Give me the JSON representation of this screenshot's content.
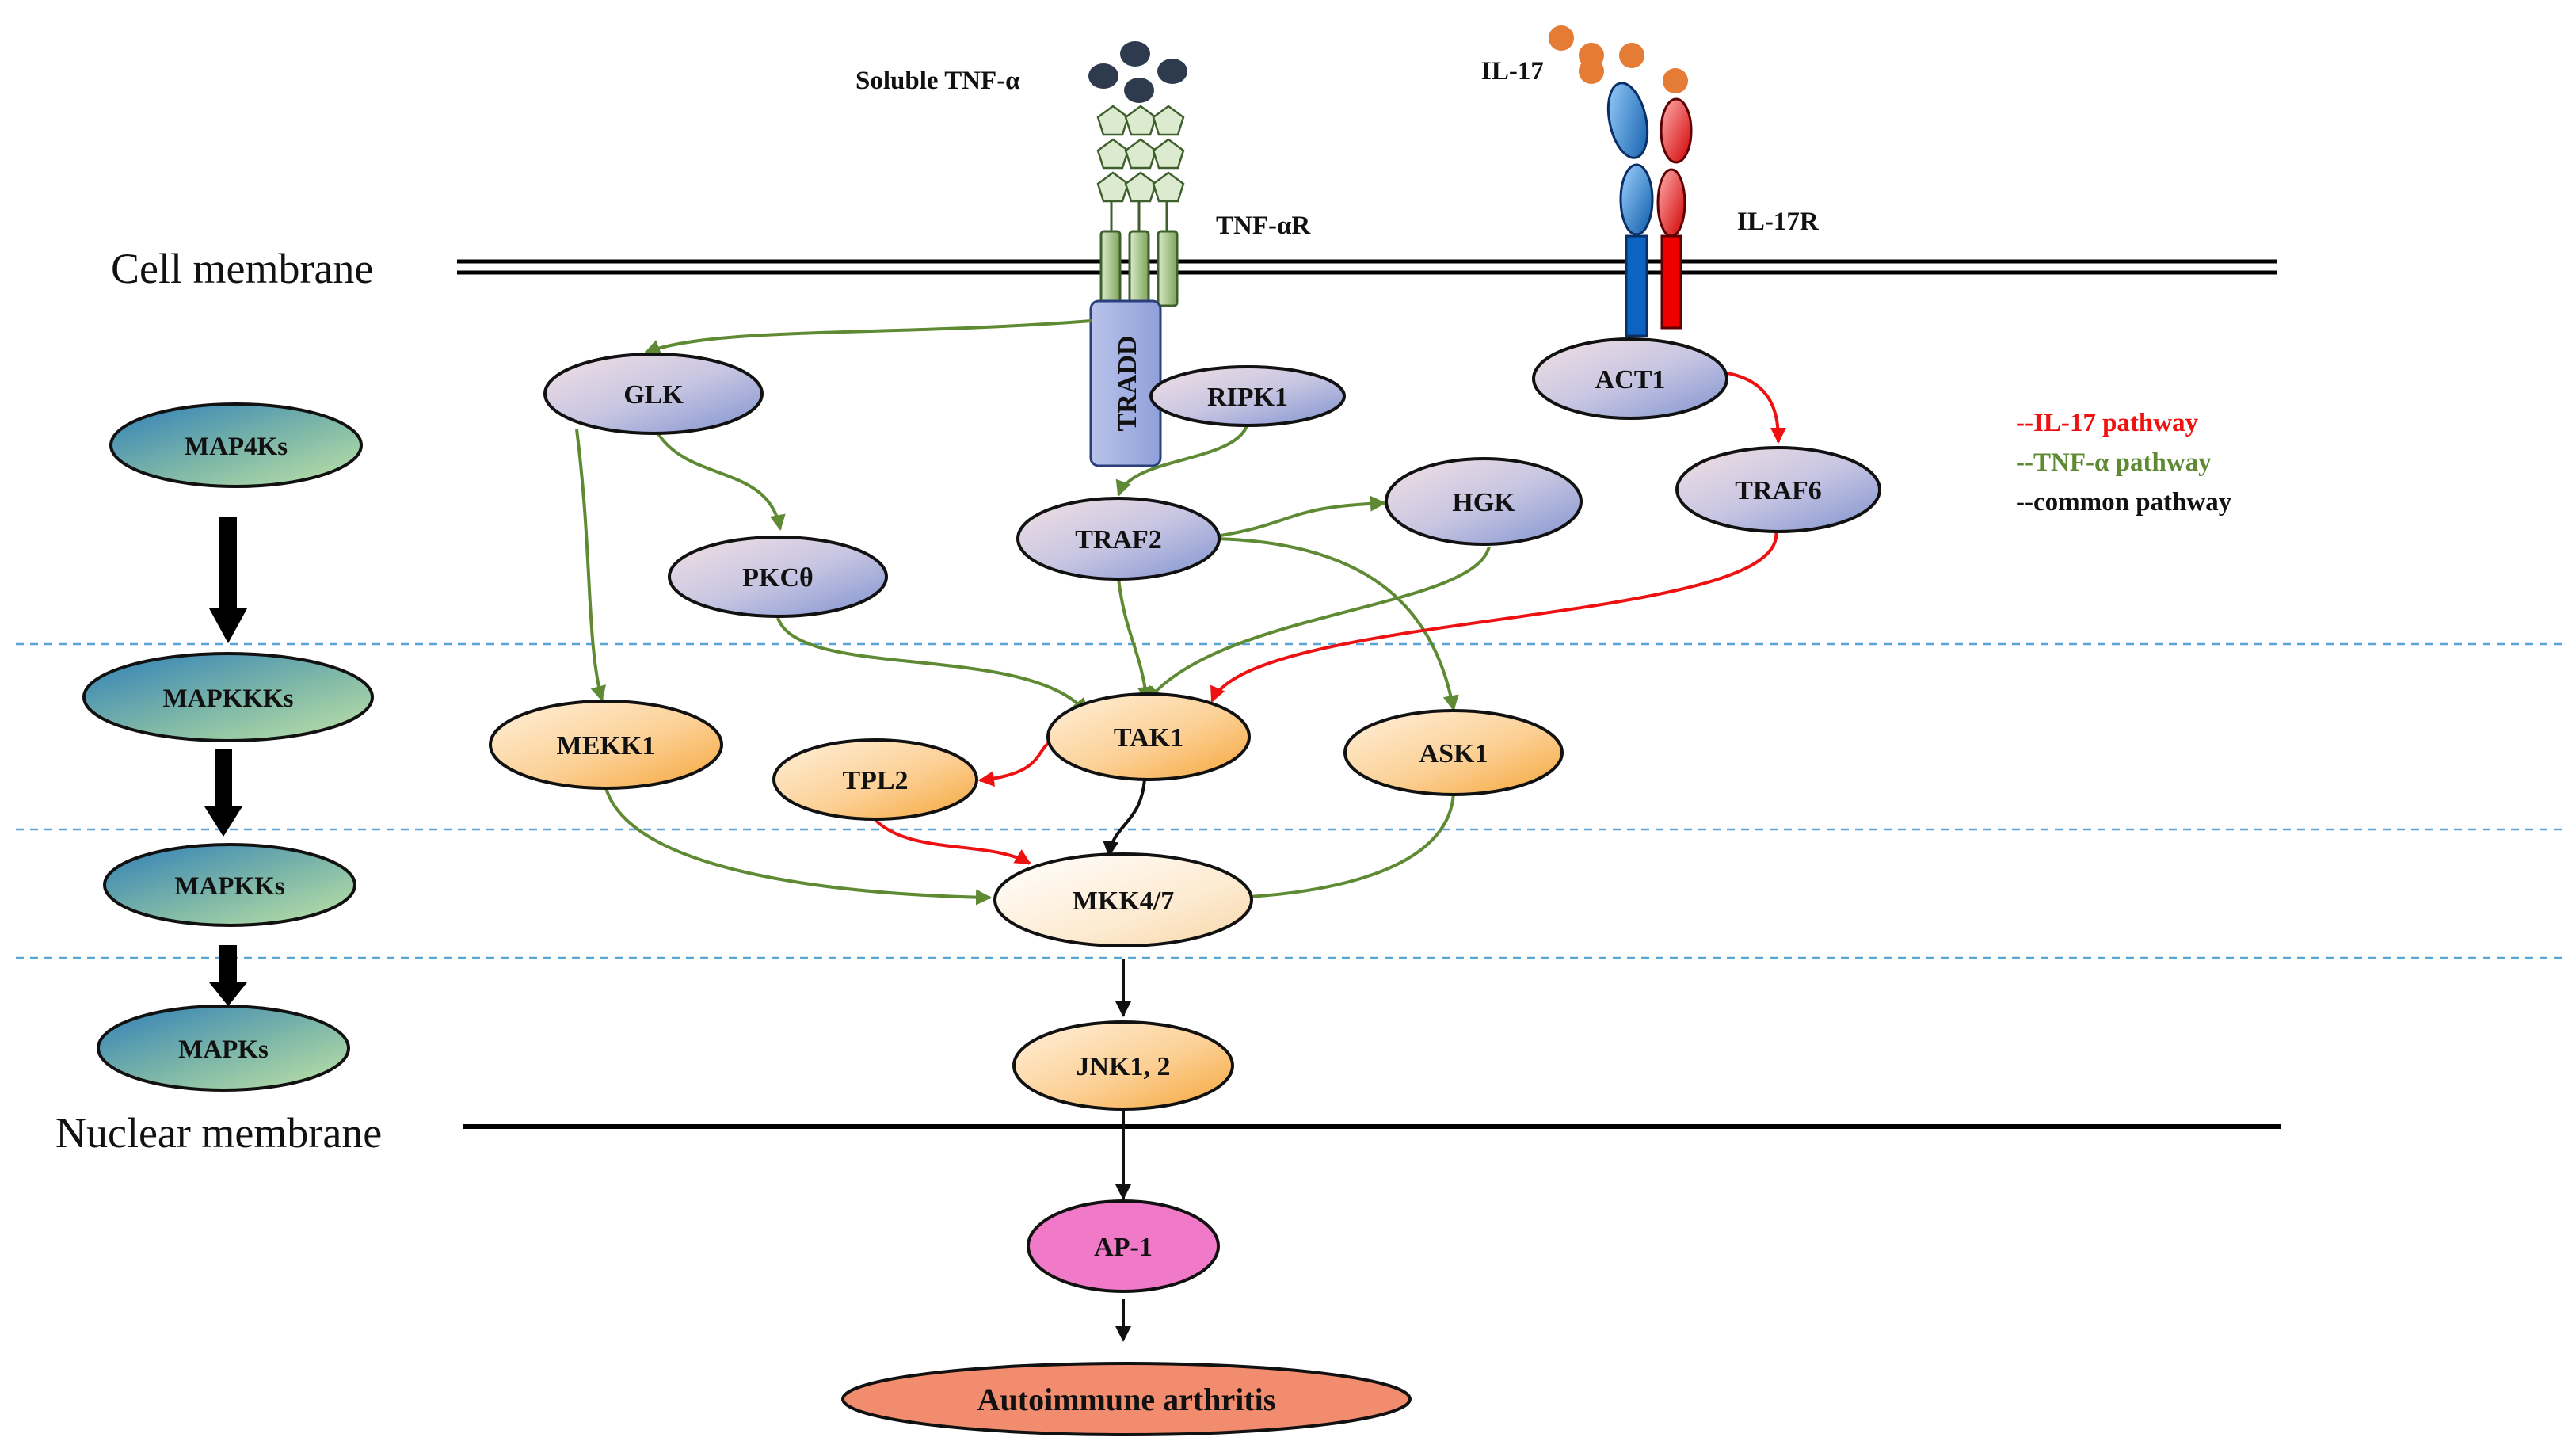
{
  "membranes": {
    "cell": "Cell membrane",
    "nuclear": "Nuclear membrane"
  },
  "ligands": {
    "tnf": "Soluble TNF-α",
    "il17": "IL-17"
  },
  "receptors": {
    "tnf": "TNF-αR",
    "il17": "IL-17R",
    "tradd": "TRADD"
  },
  "tiers": [
    "MAP4Ks",
    "MAPKKKs",
    "MAPKKs",
    "MAPKs"
  ],
  "nodes": {
    "glk": "GLK",
    "ripk1": "RIPK1",
    "act1": "ACT1",
    "traf6": "TRAF6",
    "traf2": "TRAF2",
    "hgk": "HGK",
    "pkc": "PKCθ",
    "mekk1": "MEKK1",
    "tak1": "TAK1",
    "tpl2": "TPL2",
    "ask1": "ASK1",
    "mkk": "MKK4/7",
    "jnk": "JNK1, 2",
    "ap1": "AP-1",
    "outcome": "Autoimmune arthritis"
  },
  "legend": [
    {
      "label": "--IL-17 pathway",
      "color": "#ee1111"
    },
    {
      "label": "--TNF-α pathway",
      "color": "#5e8a34"
    },
    {
      "label": "--common pathway",
      "color": "#111111"
    }
  ],
  "colors": {
    "il17": "#ee1111",
    "tnf": "#5e8a34",
    "common": "#111111",
    "tier_fill": "teal-to-green gradient",
    "upstream_fill": "lavender-to-blue gradient",
    "kinase_fill": "cream-to-orange gradient",
    "ap1_fill": "#f07ac8",
    "outcome_fill": "#f28c6e"
  }
}
